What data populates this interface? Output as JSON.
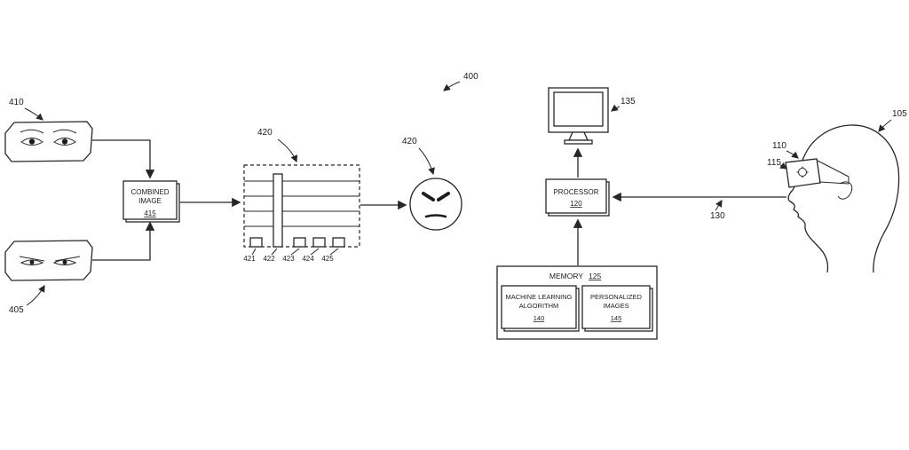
{
  "figure": {
    "ref": "400"
  },
  "capture": {
    "eye_strip_top_ref": "410",
    "eye_strip_bottom_ref": "405",
    "combined_image": {
      "line1": "COMBINED",
      "line2": "IMAGE",
      "ref": "415"
    }
  },
  "analysis": {
    "histogram": {
      "ref": "420",
      "bar_refs": [
        "421",
        "422",
        "423",
        "424",
        "425"
      ]
    },
    "emotion_face_ref": "420"
  },
  "system": {
    "display_ref": "135",
    "processor": {
      "label": "PROCESSOR",
      "ref": "120"
    },
    "bus_ref": "130",
    "memory": {
      "label": "MEMORY",
      "ref": "125",
      "machine_learning": {
        "line1": "MACHINE LEARNING",
        "line2": "ALGORITHM",
        "ref": "140"
      },
      "personalized_images": {
        "line1": "PERSONALIZED",
        "line2": "IMAGES",
        "ref": "145"
      }
    },
    "headset": {
      "head_ref": "105",
      "glasses_ref": "110",
      "lens_ref": "115"
    }
  },
  "chart_data": {
    "type": "bar",
    "categories": [
      "421",
      "422",
      "423",
      "424",
      "425"
    ],
    "values": [
      0.12,
      1.0,
      0.12,
      0.1,
      0.1
    ],
    "title": "",
    "xlabel": "",
    "ylabel": "",
    "ylim": [
      0,
      1
    ]
  },
  "colors": {
    "ink": "#1c1c1c",
    "background": "#ffffff"
  }
}
